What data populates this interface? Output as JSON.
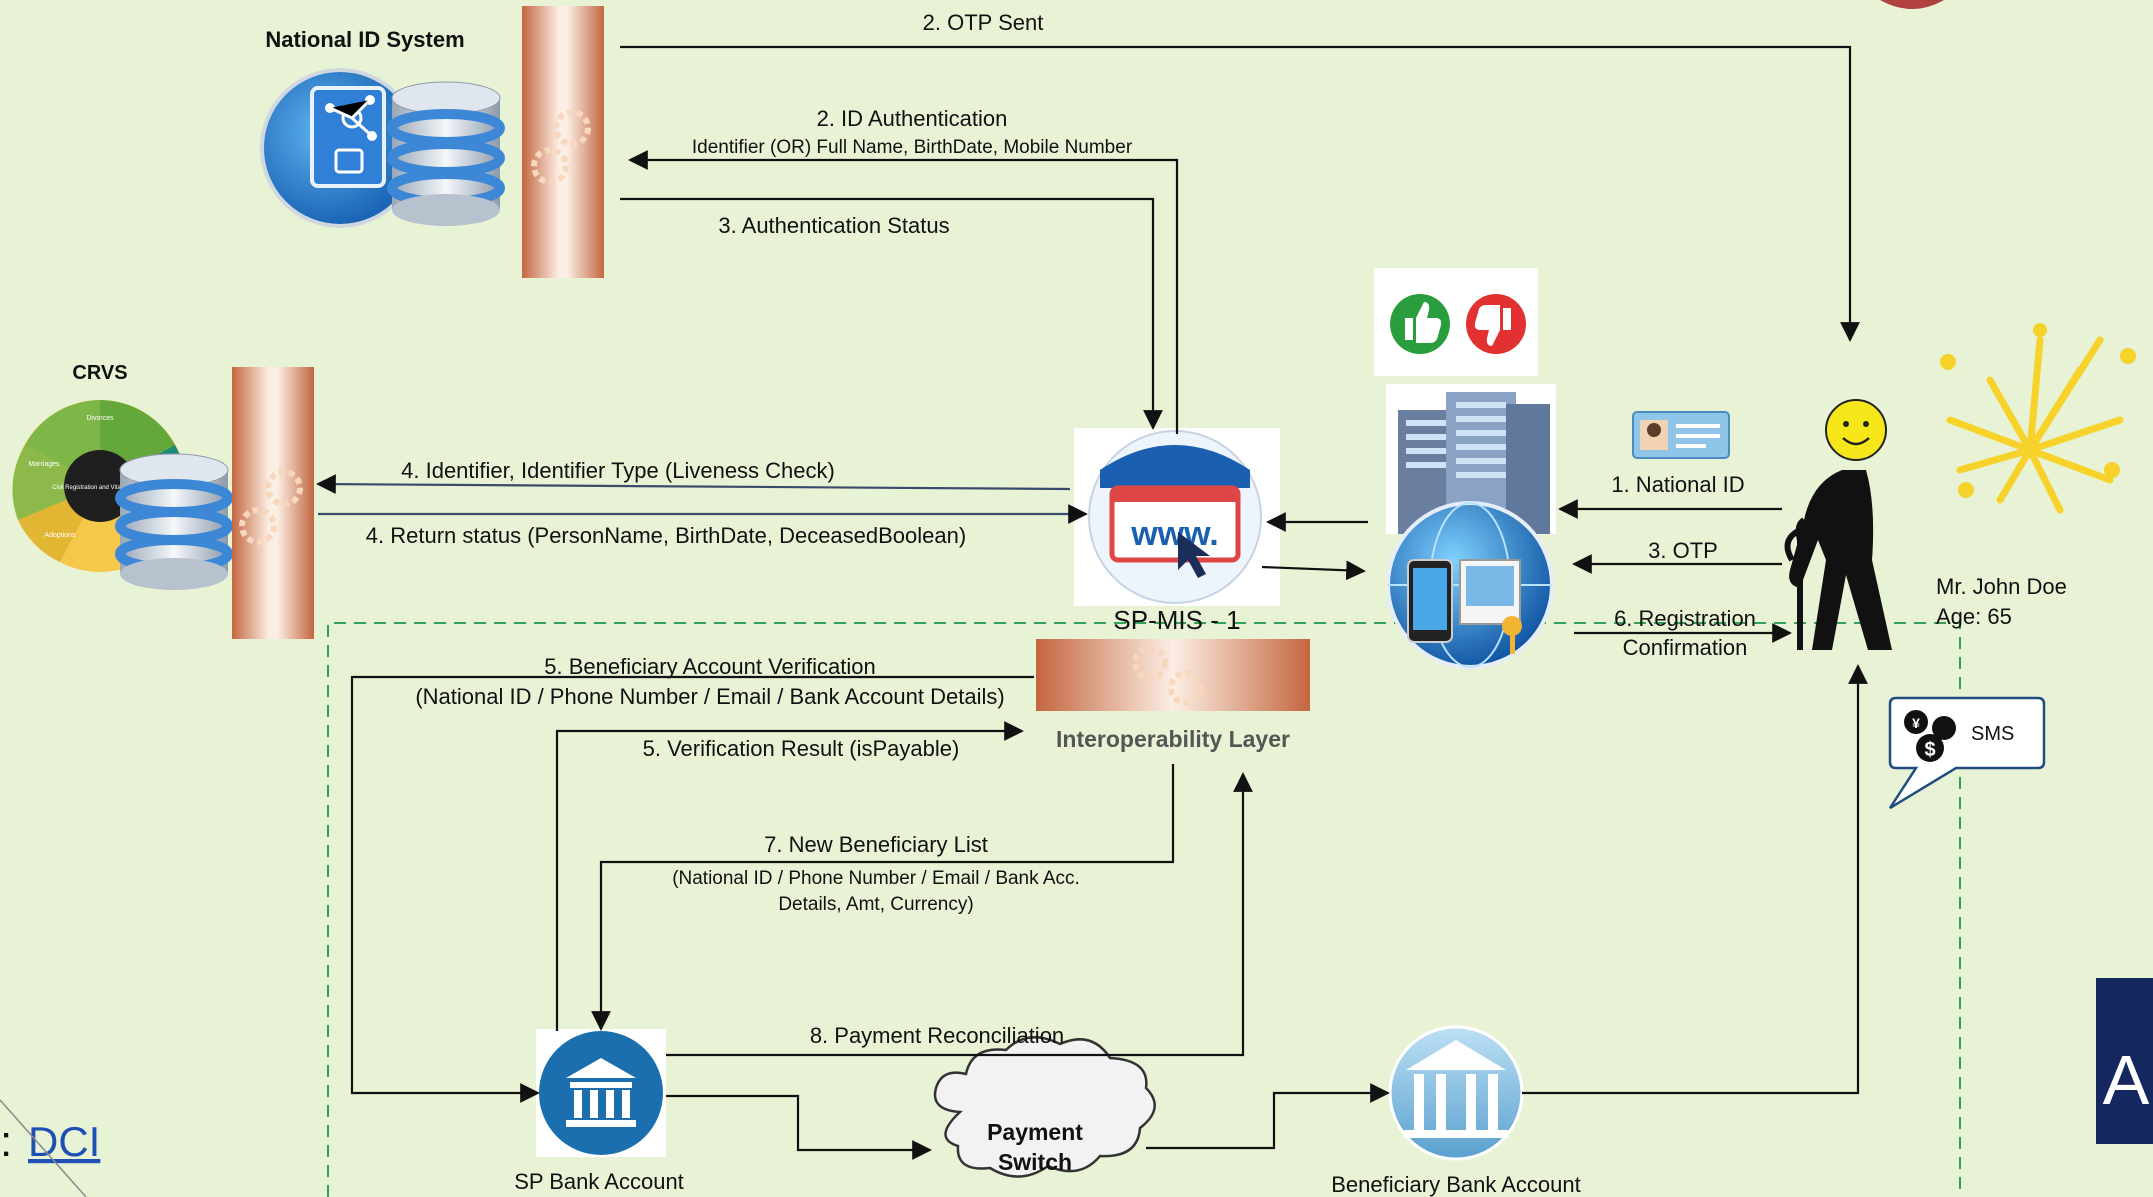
{
  "systems": {
    "national_id": "National ID System",
    "crvs": "CRVS",
    "sp_mis": "SP-MIS - 1",
    "interop": "Interoperability Layer",
    "sp_bank": "SP Bank  Account",
    "beneficiary_bank": "Beneficiary Bank Account",
    "payment_switch_line1": "Payment",
    "payment_switch_line2": "Switch",
    "sms": "SMS",
    "corner_text": "A"
  },
  "person": {
    "name": "Mr. John Doe",
    "age": "Age: 65"
  },
  "crvs_wheel": {
    "segments": [
      "Divorces",
      "Civil Registration and Vital Statistics",
      "Marriages",
      "Adoptions"
    ]
  },
  "flows": {
    "otp_sent": "2. OTP Sent",
    "id_auth": "2. ID Authentication",
    "id_auth_detail": "Identifier (OR) Full Name, BirthDate, Mobile Number",
    "auth_status": "3. Authentication Status",
    "crvs_request": "4. Identifier, Identifier Type (Liveness Check)",
    "crvs_return": "4. Return status (PersonName, BirthDate,  DeceasedBoolean)",
    "national_id": "1. National ID",
    "otp": "3. OTP",
    "reg_conf_1": "6. Registration",
    "reg_conf_2": "Confirmation",
    "ben_verif": "5. Beneficiary Account Verification",
    "ben_verif_detail": "(National ID / Phone Number / Email / Bank Account Details)",
    "verif_result": "5. Verification Result (isPayable)",
    "new_ben_list": "7. New Beneficiary List",
    "new_ben_detail_1": "(National ID / Phone Number / Email / Bank Acc.",
    "new_ben_detail_2": "Details, Amt, Currency)",
    "payment_recon": "8. Payment Reconciliation"
  },
  "footer": {
    "prefix": ":",
    "link": "DCI"
  },
  "icons": {
    "national_id_system": "database-document-icon",
    "crvs": "wheel-database-icon",
    "gateway": "gears-icon",
    "sp_mis": "browser-www-icon",
    "vote": "thumbs-up-down-icon",
    "building": "office-building-icon",
    "devices": "globe-devices-icon",
    "id_card": "id-card-icon",
    "person": "elderly-person-icon",
    "fireworks": "fireworks-icon",
    "sms": "money-sms-icon",
    "bank": "bank-icon",
    "cloud": "cloud-icon"
  },
  "colors": {
    "background": "#e8f3d6",
    "gateway": "#c66a45",
    "dashed_border": "#2fa45a",
    "bank_blue": "#1b6fae",
    "link": "#1e4fb5"
  }
}
